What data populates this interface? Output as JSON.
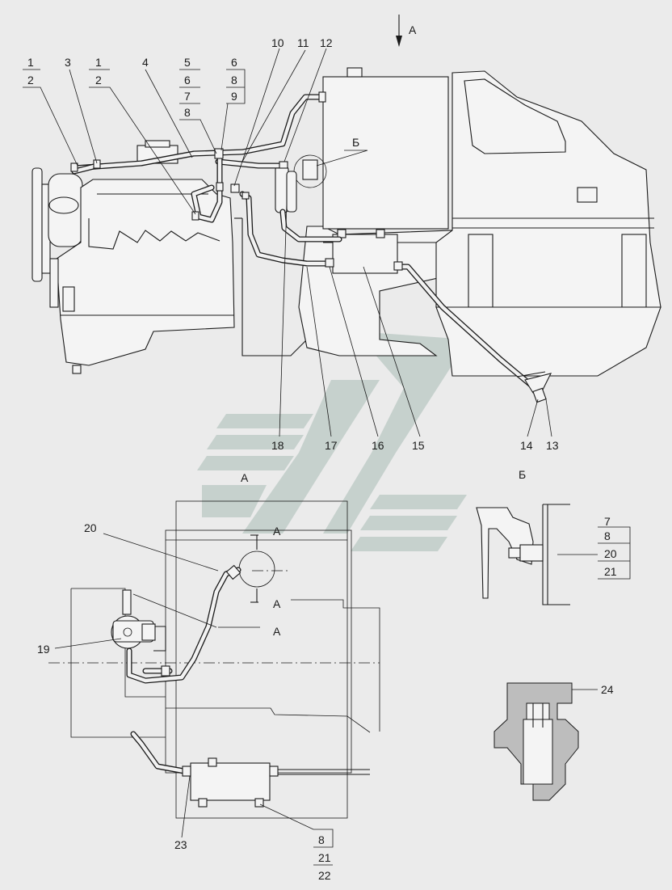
{
  "views": {
    "a_arrow": "А",
    "a_view": "А",
    "b_view": "Б",
    "b_marker": "Б",
    "section_a1": "А",
    "section_a2": "А",
    "section_a3": "А"
  },
  "callouts_top": {
    "c1a": "1",
    "c2a": "2",
    "c3": "3",
    "c1b": "1",
    "c2b": "2",
    "c4": "4",
    "c5": "5",
    "c6a": "6",
    "c7a": "7",
    "c8a": "8",
    "c6b": "6",
    "c8b": "8",
    "c9": "9",
    "c10": "10",
    "c11": "11",
    "c12": "12"
  },
  "callouts_bottom": {
    "c18": "18",
    "c17": "17",
    "c16": "16",
    "c15": "15",
    "c14": "14",
    "c13": "13"
  },
  "callouts_view_a": {
    "c20": "20",
    "c19": "19",
    "c23": "23",
    "c8": "8",
    "c21": "21",
    "c22": "22"
  },
  "callouts_view_b": {
    "c7": "7",
    "c8": "8",
    "c20": "20",
    "c21": "21",
    "c24": "24"
  },
  "watermark": {
    "name": "watermark-logo"
  }
}
